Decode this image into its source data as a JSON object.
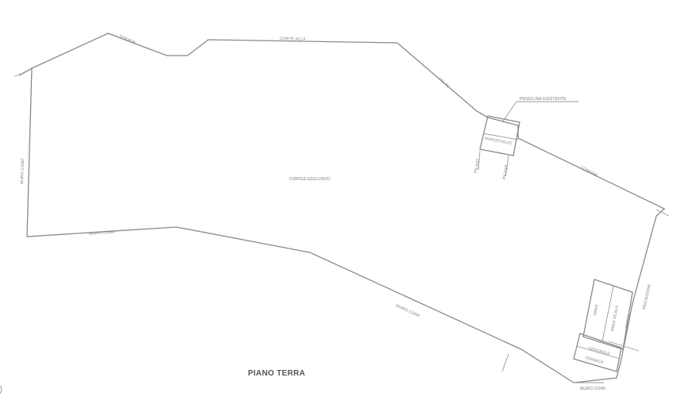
{
  "floor_title": "PIANO TERRA",
  "area_label": "CORTILE ESCLUSIVO",
  "kiosk_label": "RIPOSTIGLIO",
  "callout_label": "PENSILINA ESISTENTE",
  "edge_labels": {
    "top_left": "STRADA",
    "top": "CORTE ALLA",
    "top_right_diag": "VIA AL",
    "right_diag": "CONFINE",
    "left_vertical": "MURO CONF.",
    "bottom_left": "MURO CONF.",
    "bottom_diag": "MURO CONF.",
    "right_vertical": "RECINZIONE",
    "bottom_right": "MURO CONF."
  },
  "small_labels": {
    "kiosk_left": "PILAST.",
    "kiosk_right": "PILAST.",
    "box_a": "VANO",
    "box_b": "VANO SCALA",
    "box_c": "POZZO",
    "box_d": "CENTRALE",
    "box_e": "TERMICA"
  }
}
